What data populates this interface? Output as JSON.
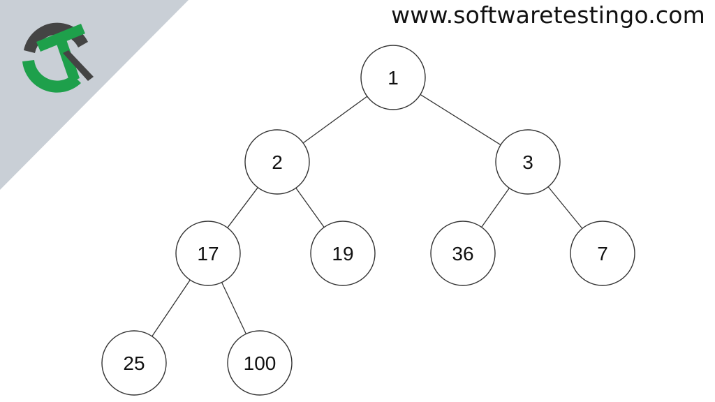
{
  "header": {
    "site_url": "www.softwaretestingo.com"
  },
  "logo": {
    "icon": "softwaretestingo-logo-icon",
    "colors": {
      "background_triangle": "#c9cfd6",
      "ring_dark": "#444444",
      "ring_green": "#1ea04b"
    }
  },
  "tree": {
    "node_stroke": "#333333",
    "edge_stroke": "#333333",
    "nodes": [
      {
        "id": "n1",
        "label": "1",
        "level": 0,
        "slot": 0
      },
      {
        "id": "n2",
        "label": "2",
        "level": 1,
        "slot": 0
      },
      {
        "id": "n3",
        "label": "3",
        "level": 1,
        "slot": 1
      },
      {
        "id": "n17",
        "label": "17",
        "level": 2,
        "slot": 0
      },
      {
        "id": "n19",
        "label": "19",
        "level": 2,
        "slot": 1
      },
      {
        "id": "n36",
        "label": "36",
        "level": 2,
        "slot": 2
      },
      {
        "id": "n7",
        "label": "7",
        "level": 2,
        "slot": 3
      },
      {
        "id": "n25",
        "label": "25",
        "level": 3,
        "slot": 0
      },
      {
        "id": "n100",
        "label": "100",
        "level": 3,
        "slot": 1
      }
    ],
    "edges": [
      {
        "from": "n1",
        "to": "n2"
      },
      {
        "from": "n1",
        "to": "n3"
      },
      {
        "from": "n2",
        "to": "n17"
      },
      {
        "from": "n2",
        "to": "n19"
      },
      {
        "from": "n3",
        "to": "n36"
      },
      {
        "from": "n3",
        "to": "n7"
      },
      {
        "from": "n17",
        "to": "n25"
      },
      {
        "from": "n17",
        "to": "n100"
      }
    ]
  }
}
